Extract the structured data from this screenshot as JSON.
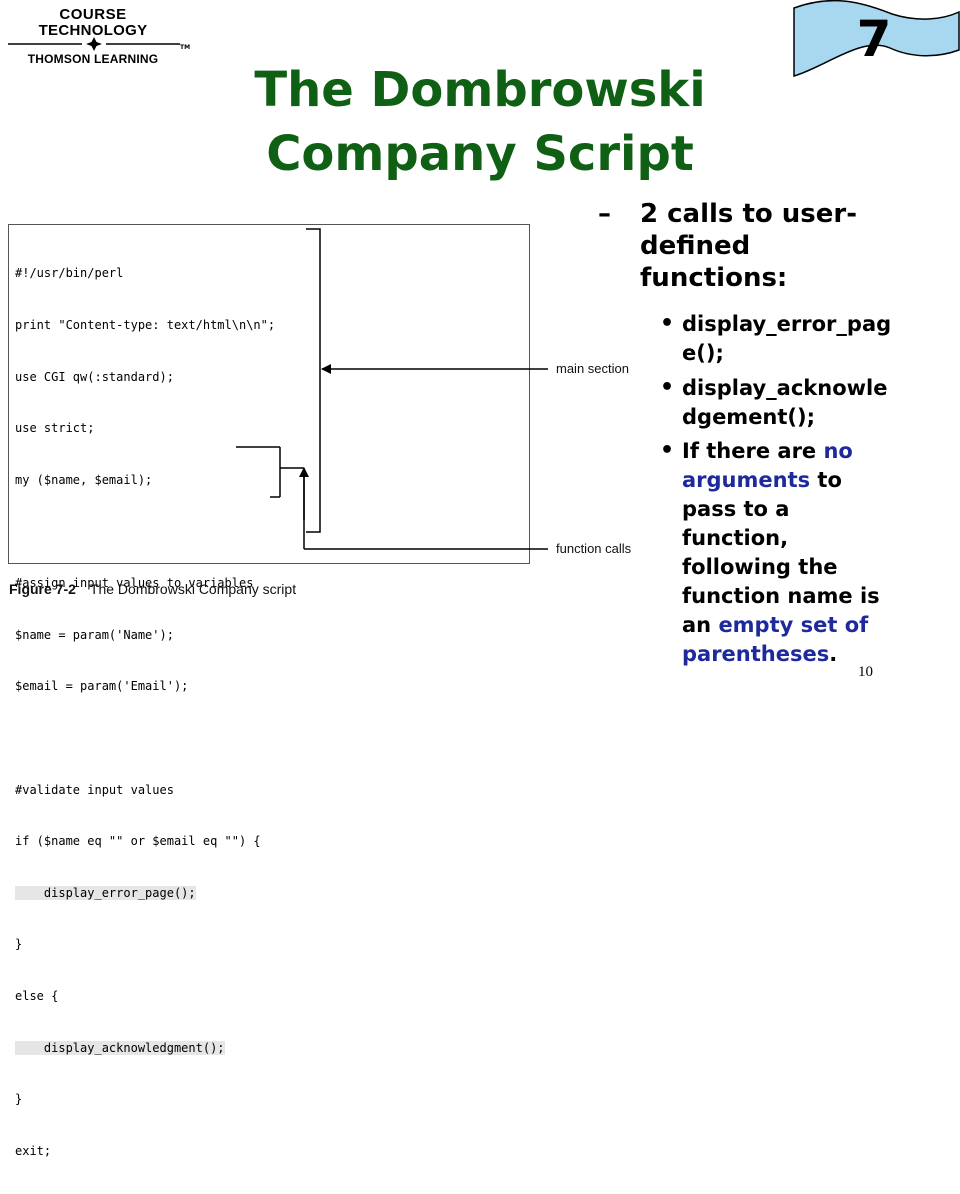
{
  "logo": {
    "line1": "COURSE",
    "line2": "TECHNOLOGY",
    "line3": "THOMSON LEARNING",
    "tm": "TM"
  },
  "chapter_number": "7",
  "title": {
    "line1": "The Dombrowski",
    "line2": "Company Script"
  },
  "code_lines": [
    "#!/usr/bin/perl",
    "print \"Content-type: text/html\\n\\n\";",
    "use CGI qw(:standard);",
    "use strict;",
    "my ($name, $email);",
    "",
    "#assign input values to variables",
    "$name = param('Name');",
    "$email = param('Email');",
    "",
    "#validate input values",
    "if ($name eq \"\" or $email eq \"\") {",
    "    display_error_page();",
    "}",
    "else {",
    "    display_acknowledgment();",
    "}",
    "exit;"
  ],
  "callouts": {
    "main_section": "main section",
    "function_calls": "function calls"
  },
  "figure_caption": {
    "label": "Figure 7-2",
    "text": "The Dombrowski Company script"
  },
  "bullets": {
    "dash": "–",
    "heading_l1": "2 calls to user-",
    "heading_l2": "defined",
    "heading_l3": "functions:",
    "dot": "•",
    "item1_l1": "display_error_pag",
    "item1_l2": "e();",
    "item2_l1": "display_acknowle",
    "item2_l2": "dgement();",
    "item3_a": "If there are ",
    "item3_b": "no",
    "item3_c": "arguments",
    "item3_d": " to",
    "item3_e": "pass to a",
    "item3_f": "function,",
    "item3_g": "following the",
    "item3_h": "function name is",
    "item3_i": "an ",
    "item3_j": "empty set of",
    "item3_k": "parentheses",
    "item3_l": "."
  },
  "page_number": "10",
  "colors": {
    "title": "#0f5f14",
    "highlight_blue": "#1e2a9c",
    "flag_fill": "#a8d8f0"
  }
}
